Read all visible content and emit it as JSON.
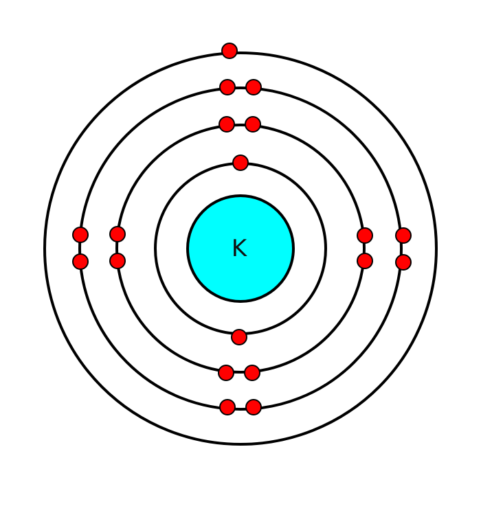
{
  "element": {
    "symbol": "K"
  },
  "electron_configuration": [
    2,
    8,
    8,
    1
  ],
  "colors": {
    "nucleus": "#00ffff",
    "electron": "#ff0000",
    "shell": "#000000",
    "background": "#ffffff"
  }
}
